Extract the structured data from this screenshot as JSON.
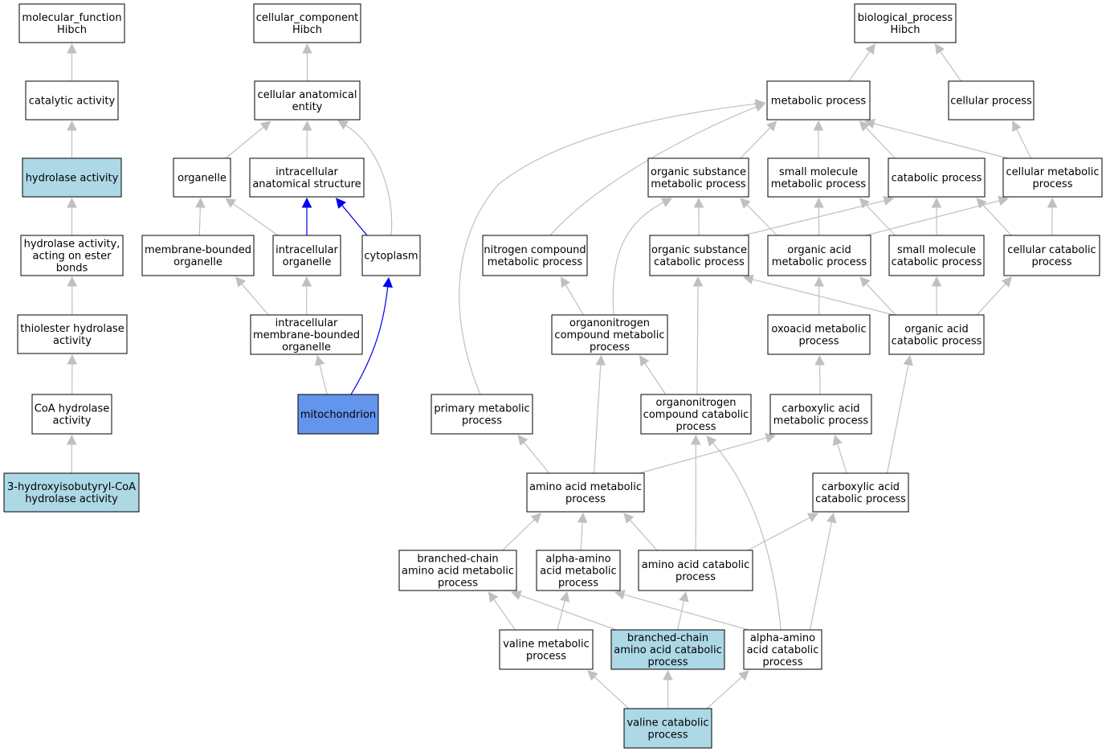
{
  "colors": {
    "default_fill": "#ffffff",
    "annotated_fill": "#add8e6",
    "focus_fill": "#6495ed",
    "gray_edge": "#c0c0c0",
    "blue_edge": "#0000ee"
  },
  "nodes": [
    {
      "id": "mf",
      "lines": [
        "molecular_function",
        "Hibch"
      ],
      "style": "default"
    },
    {
      "id": "cat",
      "lines": [
        "catalytic activity"
      ],
      "style": "default"
    },
    {
      "id": "hyd",
      "lines": [
        "hydrolase activity"
      ],
      "style": "annotated"
    },
    {
      "id": "hydest",
      "lines": [
        "hydrolase activity,",
        "acting on ester",
        "bonds"
      ],
      "style": "default"
    },
    {
      "id": "thio",
      "lines": [
        "thiolester hydrolase",
        "activity"
      ],
      "style": "default"
    },
    {
      "id": "coa",
      "lines": [
        "CoA hydrolase",
        "activity"
      ],
      "style": "default"
    },
    {
      "id": "hibyl",
      "lines": [
        "3-hydroxyisobutyryl-CoA",
        "hydrolase activity"
      ],
      "style": "annotated"
    },
    {
      "id": "cc",
      "lines": [
        "cellular_component",
        "Hibch"
      ],
      "style": "default"
    },
    {
      "id": "cae",
      "lines": [
        "cellular anatomical",
        "entity"
      ],
      "style": "default"
    },
    {
      "id": "org",
      "lines": [
        "organelle"
      ],
      "style": "default"
    },
    {
      "id": "ias",
      "lines": [
        "intracellular",
        "anatomical structure"
      ],
      "style": "default"
    },
    {
      "id": "mbo",
      "lines": [
        "membrane-bounded",
        "organelle"
      ],
      "style": "default"
    },
    {
      "id": "io",
      "lines": [
        "intracellular",
        "organelle"
      ],
      "style": "default"
    },
    {
      "id": "cyto",
      "lines": [
        "cytoplasm"
      ],
      "style": "default"
    },
    {
      "id": "imbo",
      "lines": [
        "intracellular",
        "membrane-bounded",
        "organelle"
      ],
      "style": "default"
    },
    {
      "id": "mito",
      "lines": [
        "mitochondrion"
      ],
      "style": "focus"
    },
    {
      "id": "bp",
      "lines": [
        "biological_process",
        "Hibch"
      ],
      "style": "default"
    },
    {
      "id": "mp",
      "lines": [
        "metabolic process"
      ],
      "style": "default"
    },
    {
      "id": "cp",
      "lines": [
        "cellular process"
      ],
      "style": "default"
    },
    {
      "id": "osmp",
      "lines": [
        "organic substance",
        "metabolic process"
      ],
      "style": "default"
    },
    {
      "id": "smmp",
      "lines": [
        "small molecule",
        "metabolic process"
      ],
      "style": "default"
    },
    {
      "id": "catp",
      "lines": [
        "catabolic process"
      ],
      "style": "default"
    },
    {
      "id": "cmp",
      "lines": [
        "cellular metabolic",
        "process"
      ],
      "style": "default"
    },
    {
      "id": "ncmp",
      "lines": [
        "nitrogen compound",
        "metabolic process"
      ],
      "style": "default"
    },
    {
      "id": "oscp",
      "lines": [
        "organic substance",
        "catabolic process"
      ],
      "style": "default"
    },
    {
      "id": "oamp",
      "lines": [
        "organic acid",
        "metabolic process"
      ],
      "style": "default"
    },
    {
      "id": "smcp",
      "lines": [
        "small molecule",
        "catabolic process"
      ],
      "style": "default"
    },
    {
      "id": "ccp",
      "lines": [
        "cellular catabolic",
        "process"
      ],
      "style": "default"
    },
    {
      "id": "oncmp",
      "lines": [
        "organonitrogen",
        "compound metabolic",
        "process"
      ],
      "style": "default"
    },
    {
      "id": "oxmp",
      "lines": [
        "oxoacid metabolic",
        "process"
      ],
      "style": "default"
    },
    {
      "id": "oacp",
      "lines": [
        "organic acid",
        "catabolic process"
      ],
      "style": "default"
    },
    {
      "id": "pmp",
      "lines": [
        "primary metabolic",
        "process"
      ],
      "style": "default"
    },
    {
      "id": "onccp",
      "lines": [
        "organonitrogen",
        "compound catabolic",
        "process"
      ],
      "style": "default"
    },
    {
      "id": "camp",
      "lines": [
        "carboxylic acid",
        "metabolic process"
      ],
      "style": "default"
    },
    {
      "id": "aamp",
      "lines": [
        "amino acid metabolic",
        "process"
      ],
      "style": "default"
    },
    {
      "id": "cacp",
      "lines": [
        "carboxylic acid",
        "catabolic process"
      ],
      "style": "default"
    },
    {
      "id": "bcaamp",
      "lines": [
        "branched-chain",
        "amino acid metabolic",
        "process"
      ],
      "style": "default"
    },
    {
      "id": "alamp",
      "lines": [
        "alpha-amino",
        "acid metabolic",
        "process"
      ],
      "style": "default"
    },
    {
      "id": "aacp",
      "lines": [
        "amino acid catabolic",
        "process"
      ],
      "style": "default"
    },
    {
      "id": "vmp",
      "lines": [
        "valine metabolic",
        "process"
      ],
      "style": "default"
    },
    {
      "id": "bcaacp",
      "lines": [
        "branched-chain",
        "amino acid catabolic",
        "process"
      ],
      "style": "annotated"
    },
    {
      "id": "alacp",
      "lines": [
        "alpha-amino",
        "acid catabolic",
        "process"
      ],
      "style": "default"
    },
    {
      "id": "vcp",
      "lines": [
        "valine catabolic",
        "process"
      ],
      "style": "annotated"
    }
  ],
  "edges": [
    {
      "from": "cat",
      "to": "mf",
      "color": "gray"
    },
    {
      "from": "hyd",
      "to": "cat",
      "color": "gray"
    },
    {
      "from": "hydest",
      "to": "hyd",
      "color": "gray"
    },
    {
      "from": "thio",
      "to": "hydest",
      "color": "gray"
    },
    {
      "from": "coa",
      "to": "thio",
      "color": "gray"
    },
    {
      "from": "hibyl",
      "to": "coa",
      "color": "gray"
    },
    {
      "from": "cae",
      "to": "cc",
      "color": "gray"
    },
    {
      "from": "org",
      "to": "cae",
      "color": "gray"
    },
    {
      "from": "ias",
      "to": "cae",
      "color": "gray"
    },
    {
      "from": "cyto",
      "to": "cae",
      "color": "gray"
    },
    {
      "from": "mbo",
      "to": "org",
      "color": "gray"
    },
    {
      "from": "io",
      "to": "org",
      "color": "gray"
    },
    {
      "from": "io",
      "to": "ias",
      "color": "blue"
    },
    {
      "from": "cyto",
      "to": "ias",
      "color": "blue"
    },
    {
      "from": "imbo",
      "to": "mbo",
      "color": "gray"
    },
    {
      "from": "imbo",
      "to": "io",
      "color": "gray"
    },
    {
      "from": "mito",
      "to": "imbo",
      "color": "gray"
    },
    {
      "from": "mito",
      "to": "cyto",
      "color": "blue"
    },
    {
      "from": "mp",
      "to": "bp",
      "color": "gray"
    },
    {
      "from": "cp",
      "to": "bp",
      "color": "gray"
    },
    {
      "from": "osmp",
      "to": "mp",
      "color": "gray"
    },
    {
      "from": "smmp",
      "to": "mp",
      "color": "gray"
    },
    {
      "from": "catp",
      "to": "mp",
      "color": "gray"
    },
    {
      "from": "cmp",
      "to": "mp",
      "color": "gray"
    },
    {
      "from": "ncmp",
      "to": "mp",
      "color": "gray"
    },
    {
      "from": "pmp",
      "to": "mp",
      "color": "gray"
    },
    {
      "from": "cmp",
      "to": "cp",
      "color": "gray"
    },
    {
      "from": "oscp",
      "to": "osmp",
      "color": "gray"
    },
    {
      "from": "oscp",
      "to": "catp",
      "color": "gray"
    },
    {
      "from": "oamp",
      "to": "osmp",
      "color": "gray"
    },
    {
      "from": "oamp",
      "to": "smmp",
      "color": "gray"
    },
    {
      "from": "oamp",
      "to": "cmp",
      "color": "gray"
    },
    {
      "from": "smcp",
      "to": "smmp",
      "color": "gray"
    },
    {
      "from": "smcp",
      "to": "catp",
      "color": "gray"
    },
    {
      "from": "ccp",
      "to": "catp",
      "color": "gray"
    },
    {
      "from": "ccp",
      "to": "cmp",
      "color": "gray"
    },
    {
      "from": "oncmp",
      "to": "osmp",
      "color": "gray"
    },
    {
      "from": "oncmp",
      "to": "ncmp",
      "color": "gray"
    },
    {
      "from": "oxmp",
      "to": "oamp",
      "color": "gray"
    },
    {
      "from": "oacp",
      "to": "oscp",
      "color": "gray"
    },
    {
      "from": "oacp",
      "to": "oamp",
      "color": "gray"
    },
    {
      "from": "oacp",
      "to": "smcp",
      "color": "gray"
    },
    {
      "from": "oacp",
      "to": "ccp",
      "color": "gray"
    },
    {
      "from": "onccp",
      "to": "oncmp",
      "color": "gray"
    },
    {
      "from": "onccp",
      "to": "oscp",
      "color": "gray"
    },
    {
      "from": "camp",
      "to": "oxmp",
      "color": "gray"
    },
    {
      "from": "aamp",
      "to": "pmp",
      "color": "gray"
    },
    {
      "from": "aamp",
      "to": "oncmp",
      "color": "gray"
    },
    {
      "from": "aamp",
      "to": "camp",
      "color": "gray"
    },
    {
      "from": "cacp",
      "to": "camp",
      "color": "gray"
    },
    {
      "from": "cacp",
      "to": "oacp",
      "color": "gray"
    },
    {
      "from": "bcaamp",
      "to": "aamp",
      "color": "gray"
    },
    {
      "from": "alamp",
      "to": "aamp",
      "color": "gray"
    },
    {
      "from": "aacp",
      "to": "aamp",
      "color": "gray"
    },
    {
      "from": "aacp",
      "to": "onccp",
      "color": "gray"
    },
    {
      "from": "aacp",
      "to": "cacp",
      "color": "gray"
    },
    {
      "from": "vmp",
      "to": "bcaamp",
      "color": "gray"
    },
    {
      "from": "vmp",
      "to": "alamp",
      "color": "gray"
    },
    {
      "from": "bcaacp",
      "to": "bcaamp",
      "color": "gray"
    },
    {
      "from": "bcaacp",
      "to": "aacp",
      "color": "gray"
    },
    {
      "from": "alacp",
      "to": "alamp",
      "color": "gray"
    },
    {
      "from": "alacp",
      "to": "onccp",
      "color": "gray"
    },
    {
      "from": "alacp",
      "to": "cacp",
      "color": "gray"
    },
    {
      "from": "vcp",
      "to": "vmp",
      "color": "gray"
    },
    {
      "from": "vcp",
      "to": "bcaacp",
      "color": "gray"
    },
    {
      "from": "vcp",
      "to": "alacp",
      "color": "gray"
    }
  ]
}
